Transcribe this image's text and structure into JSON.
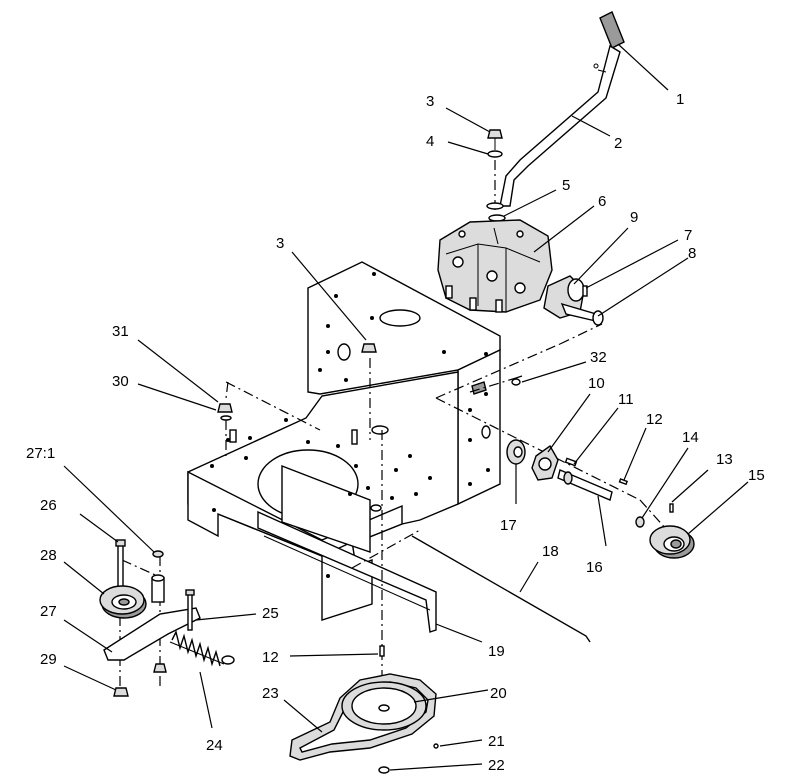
{
  "callouts": [
    {
      "id": "c1",
      "label": "1"
    },
    {
      "id": "c2",
      "label": "2"
    },
    {
      "id": "c3a",
      "label": "3"
    },
    {
      "id": "c4",
      "label": "4"
    },
    {
      "id": "c5",
      "label": "5"
    },
    {
      "id": "c6",
      "label": "6"
    },
    {
      "id": "c7",
      "label": "7"
    },
    {
      "id": "c8",
      "label": "8"
    },
    {
      "id": "c9",
      "label": "9"
    },
    {
      "id": "c3b",
      "label": "3"
    },
    {
      "id": "c10",
      "label": "10"
    },
    {
      "id": "c11",
      "label": "11"
    },
    {
      "id": "c12a",
      "label": "12"
    },
    {
      "id": "c13",
      "label": "13"
    },
    {
      "id": "c14",
      "label": "14"
    },
    {
      "id": "c15",
      "label": "15"
    },
    {
      "id": "c16",
      "label": "16"
    },
    {
      "id": "c17",
      "label": "17"
    },
    {
      "id": "c18",
      "label": "18"
    },
    {
      "id": "c19",
      "label": "19"
    },
    {
      "id": "c20",
      "label": "20"
    },
    {
      "id": "c21",
      "label": "21"
    },
    {
      "id": "c22",
      "label": "22"
    },
    {
      "id": "c23",
      "label": "23"
    },
    {
      "id": "c24",
      "label": "24"
    },
    {
      "id": "c25",
      "label": "25"
    },
    {
      "id": "c12b",
      "label": "12"
    },
    {
      "id": "c26",
      "label": "26"
    },
    {
      "id": "c27_1",
      "label": "27:1"
    },
    {
      "id": "c27",
      "label": "27"
    },
    {
      "id": "c28",
      "label": "28"
    },
    {
      "id": "c29",
      "label": "29"
    },
    {
      "id": "c30",
      "label": "30"
    },
    {
      "id": "c31",
      "label": "31"
    },
    {
      "id": "c32",
      "label": "32"
    }
  ]
}
